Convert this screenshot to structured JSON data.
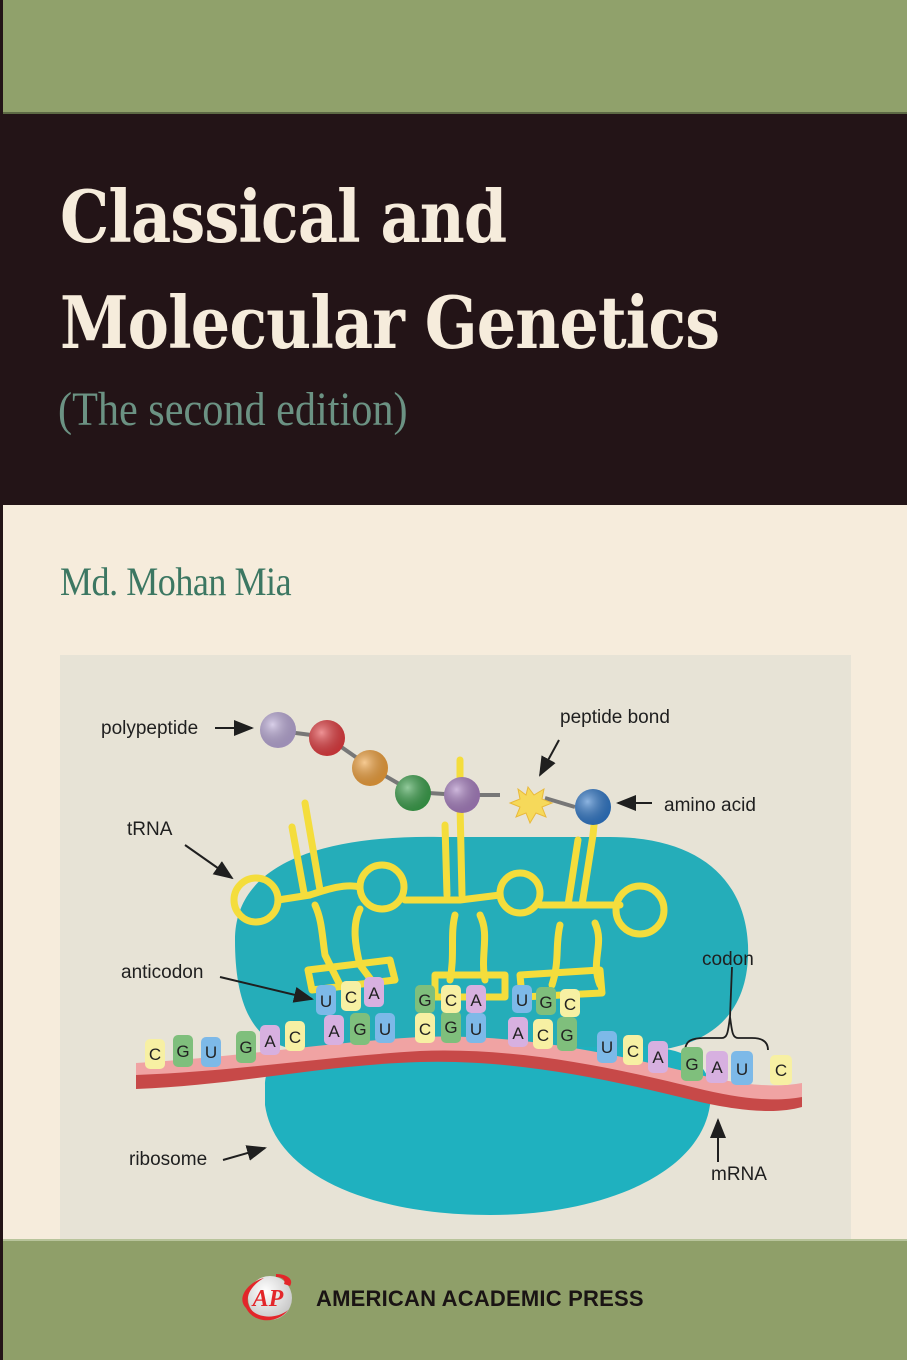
{
  "cover": {
    "title_line1": "Classical and",
    "title_line2": "Molecular Genetics",
    "subtitle": "(The second edition)",
    "author": "Md. Mohan Mia",
    "publisher": "AMERICAN ACADEMIC PRESS",
    "publisher_logo": "ap-globe-logo-icon"
  },
  "colors": {
    "top_band": "#90a16b",
    "title_band": "#231417",
    "title_text": "#f6ecdc",
    "subtitle_text": "#6b9283",
    "background": "#f6ecdc",
    "author_text": "#3c7762",
    "figure_bg": "#e7e3d6",
    "bottom_band": "#8f9f69"
  },
  "figure": {
    "labels": {
      "polypeptide": "polypeptide",
      "peptide_bond": "peptide bond",
      "amino_acid": "amino acid",
      "trna": "tRNA",
      "anticodon": "anticodon",
      "codon": "codon",
      "ribosome": "ribosome",
      "mrna": "mRNA"
    },
    "polypeptide_beads": [
      "#b9a8d6",
      "#e23b3f",
      "#f0a03b",
      "#3aa04b",
      "#a77ec0"
    ],
    "incoming_amino_acid": "#2f77c8",
    "mrna_sequence": [
      "C",
      "G",
      "U",
      "G",
      "A",
      "C",
      "A",
      "G",
      "U",
      "C",
      "G",
      "U",
      "A",
      "C",
      "G",
      "U",
      "C",
      "A",
      "G",
      "A",
      "U",
      "C"
    ],
    "anticodons": [
      [
        "U",
        "C",
        "A"
      ],
      [
        "G",
        "C",
        "A"
      ],
      [
        "U",
        "G",
        "C"
      ]
    ]
  }
}
